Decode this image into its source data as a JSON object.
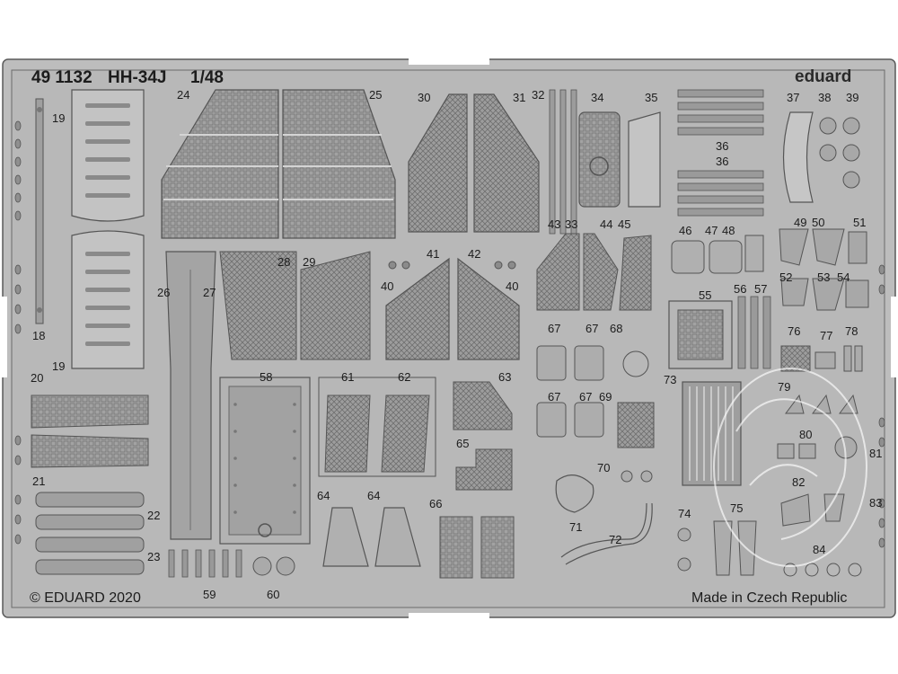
{
  "header": {
    "set_number": "49 1132",
    "model": "HH-34J",
    "scale": "1/48",
    "brand": "eduard"
  },
  "footer": {
    "copyright": "© EDUARD 2020",
    "origin": "Made in Czech Republic"
  },
  "part_numbers": [
    "18",
    "19",
    "19",
    "20",
    "21",
    "22",
    "23",
    "24",
    "25",
    "26",
    "27",
    "28",
    "29",
    "30",
    "31",
    "32",
    "33",
    "34",
    "35",
    "36",
    "36",
    "37",
    "38",
    "39",
    "40",
    "40",
    "41",
    "42",
    "43",
    "44",
    "45",
    "46",
    "47",
    "48",
    "49",
    "50",
    "51",
    "52",
    "53",
    "54",
    "55",
    "56",
    "57",
    "58",
    "59",
    "60",
    "61",
    "62",
    "63",
    "64",
    "64",
    "65",
    "66",
    "67",
    "67",
    "67",
    "67",
    "68",
    "69",
    "70",
    "71",
    "72",
    "73",
    "74",
    "75",
    "76",
    "77",
    "78",
    "79",
    "80",
    "81",
    "82",
    "83",
    "84"
  ],
  "colors": {
    "fret": "#b9b9b9",
    "panel": "#a7a7a7",
    "outline": "#545454",
    "text": "#1c1c1c"
  }
}
